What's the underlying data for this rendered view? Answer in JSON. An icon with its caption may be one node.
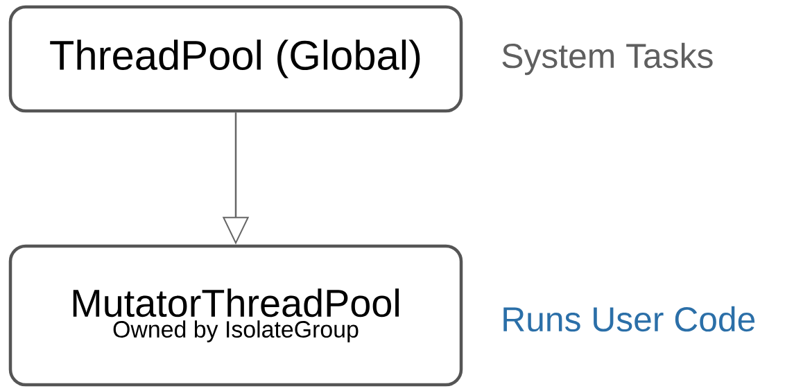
{
  "diagram": {
    "nodes": [
      {
        "text": [
          "ThreadPool (Global)"
        ],
        "beside": [
          "System Tasks"
        ]
      },
      {
        "text": [
          "MutatorThreadPool",
          "Owned by IsolateGroup"
        ],
        "beside": [
          "Runs User Code"
        ]
      }
    ],
    "edges": [
      {
        "from": 0,
        "to": 1,
        "arrow": "to"
      }
    ]
  }
}
